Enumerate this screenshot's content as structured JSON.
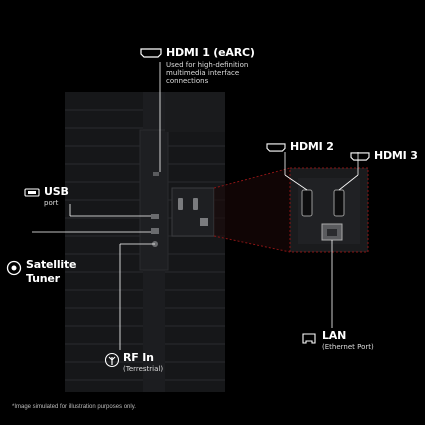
{
  "labels": {
    "hdmi1": {
      "title": "HDMI 1 (eARC)",
      "desc": "Used for high-definition multimedia interface connections"
    },
    "hdmi2": {
      "title": "HDMI 2"
    },
    "hdmi3": {
      "title": "HDMI 3"
    },
    "usb": {
      "title": "USB",
      "sub": "port"
    },
    "satellite": {
      "title": "Satellite",
      "title2": "Tuner"
    },
    "rf": {
      "title": "RF In",
      "sub": "(Terrestrial)"
    },
    "lan": {
      "title": "LAN",
      "sub": "(Ethernet Port)"
    }
  },
  "disclaimer": "*Image simulated for illustration purposes only.",
  "colors": {
    "background": "#000000",
    "callout_line": "#8a1515",
    "panel": "#1a1b1d",
    "text": "#ffffff"
  },
  "icons": [
    "hdmi-icon",
    "usb-icon",
    "satellite-icon",
    "antenna-icon",
    "lan-icon"
  ]
}
